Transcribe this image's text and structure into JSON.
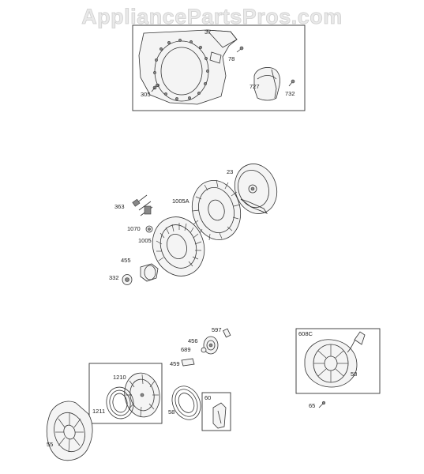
{
  "watermark": "AppliancePartsPros.com",
  "labels": {
    "p37": "37",
    "p78": "78",
    "p727": "727",
    "p732": "732",
    "p305": "305",
    "p23": "23",
    "p363": "363",
    "p1005A": "1005A",
    "p1070": "1070",
    "p1005": "1005",
    "p455": "455",
    "p332": "332",
    "p597": "597",
    "p456": "456",
    "p689": "689",
    "p459": "459",
    "p608C": "608C",
    "p58a": "58",
    "p1210": "1210",
    "p1211": "1211",
    "p58b": "58",
    "p60": "60",
    "p65": "65",
    "p55": "55"
  }
}
